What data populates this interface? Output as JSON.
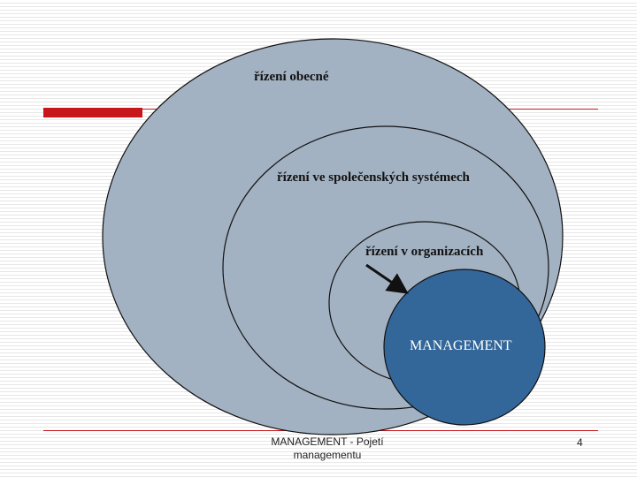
{
  "diagram": {
    "labels": {
      "general": "řízení obecné",
      "social": "řízení ve společenských systémech",
      "organizations": "řízení v organizacích",
      "management": "MANAGEMENT"
    },
    "colors": {
      "outer_fill": "#a3b2c2",
      "management_fill": "#336699",
      "outline": "#111111",
      "accent": "#c8161d"
    }
  },
  "footer": {
    "title": "MANAGEMENT - Pojetí managementu",
    "page_number": "4"
  }
}
